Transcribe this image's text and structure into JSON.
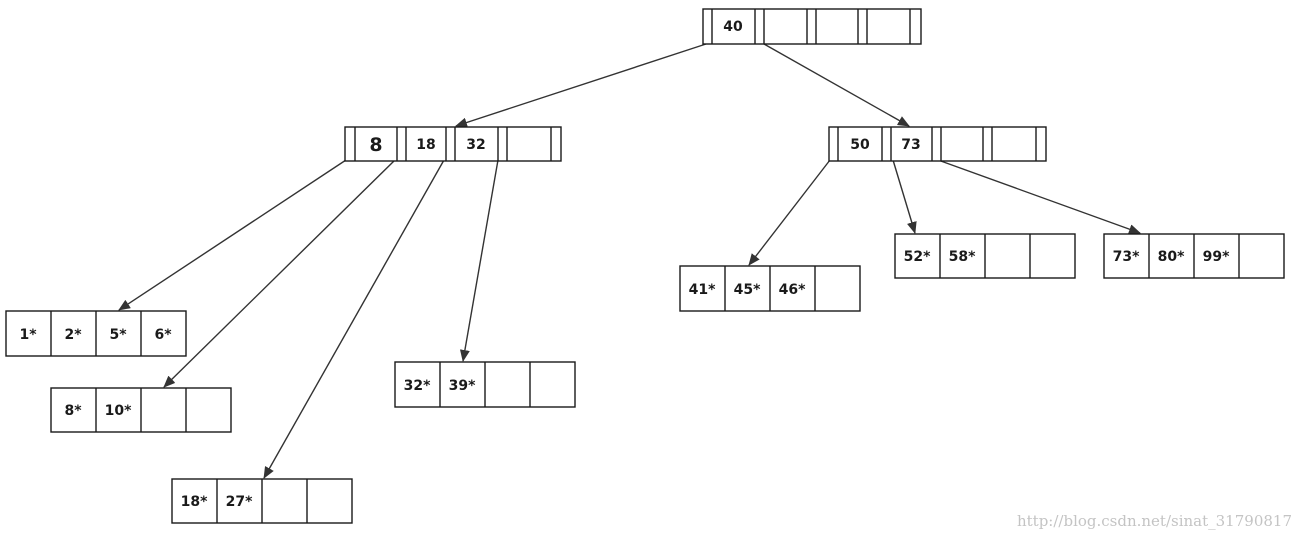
{
  "tree": {
    "root": {
      "keys": [
        "40",
        "",
        "",
        ""
      ]
    },
    "internal_left": {
      "keys": [
        "8",
        "18",
        "32",
        ""
      ]
    },
    "internal_right": {
      "keys": [
        "50",
        "73",
        "",
        ""
      ]
    },
    "leaves": {
      "leaf_1": [
        "1*",
        "2*",
        "5*",
        "6*"
      ],
      "leaf_2": [
        "8*",
        "10*",
        "",
        ""
      ],
      "leaf_3": [
        "18*",
        "27*",
        "",
        ""
      ],
      "leaf_4": [
        "32*",
        "39*",
        "",
        ""
      ],
      "leaf_5": [
        "41*",
        "45*",
        "46*",
        ""
      ],
      "leaf_6": [
        "52*",
        "58*",
        "",
        ""
      ],
      "leaf_7": [
        "73*",
        "80*",
        "99*",
        ""
      ]
    }
  },
  "watermark": "http://blog.csdn.net/sinat_31790817",
  "colors": {
    "line": "#333333",
    "text": "#1a1a1a",
    "watermark": "#c4c4c4"
  }
}
